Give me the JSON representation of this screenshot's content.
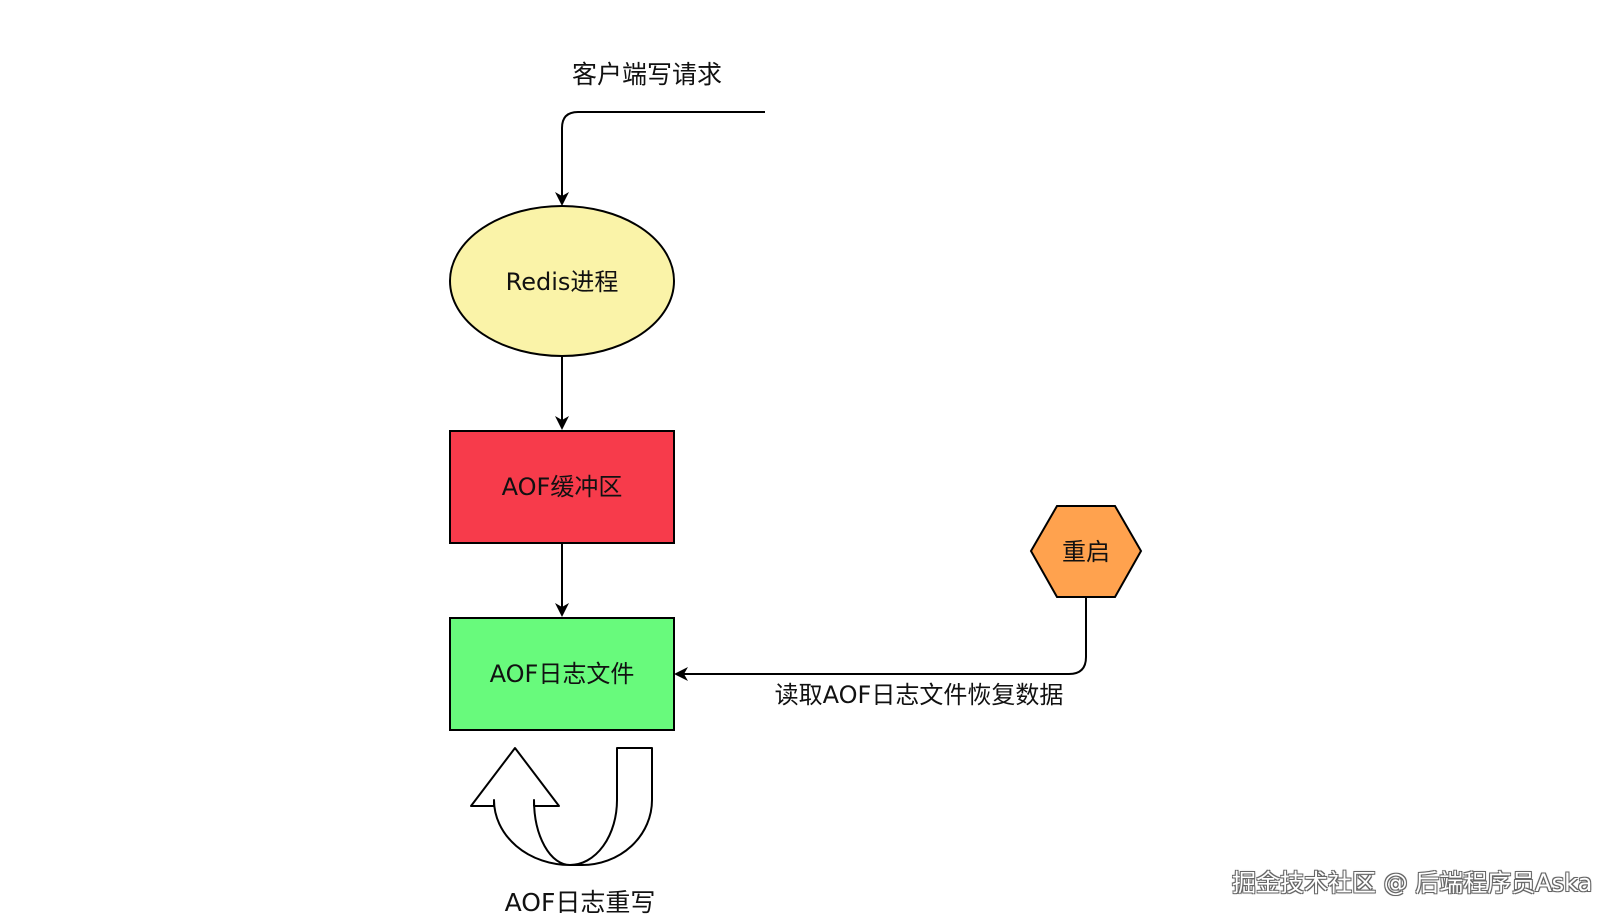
{
  "nodes": {
    "client_write": {
      "label": "客户端写请求"
    },
    "redis_process": {
      "label": "Redis进程",
      "fill": "#FAF3A8"
    },
    "aof_buffer": {
      "label": "AOF缓冲区",
      "fill": "#F73B4B"
    },
    "aof_file": {
      "label": "AOF日志文件",
      "fill": "#68FA7C"
    },
    "restart": {
      "label": "重启",
      "fill": "#FFA24E"
    }
  },
  "edges": {
    "restore": {
      "label": "读取AOF日志文件恢复数据"
    }
  },
  "rewrite": {
    "label": "AOF日志重写"
  },
  "watermark": {
    "text": "掘金技术社区 @ 后端程序员Aska"
  }
}
